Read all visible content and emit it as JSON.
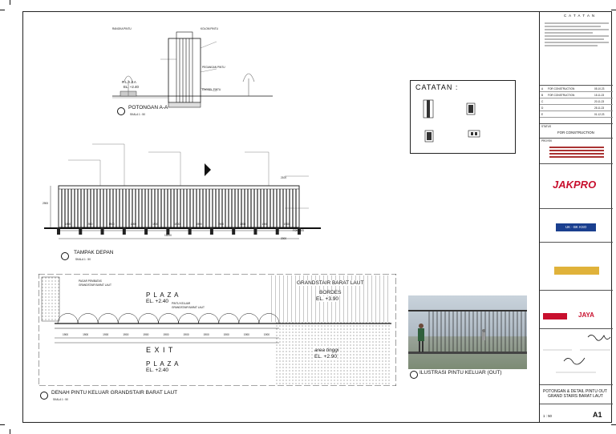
{
  "notes_title": "CATATAN :",
  "titleblock": {
    "header": "C A T A T A N",
    "notes_lines": [
      "",
      "",
      "",
      "",
      "",
      "",
      "",
      "",
      ""
    ],
    "revisions": [
      {
        "no": "A",
        "desc": "FOR CONSTRUCTION",
        "date": "05.10.23"
      },
      {
        "no": "B",
        "desc": "FOR CONSTRUCTION",
        "date": "15.11.23"
      },
      {
        "no": "C",
        "desc": "",
        "date": "20.11.23"
      },
      {
        "no": "D",
        "desc": "",
        "date": "25.11.23"
      },
      {
        "no": "E",
        "desc": "",
        "date": "01.12.23"
      }
    ],
    "status_label": "STATUS",
    "status": "FOR CONSTRUCTION",
    "project_label": "PROYEK",
    "project_lines": [
      "",
      "",
      "",
      ""
    ],
    "owner_logo": "JAKPRO",
    "consultant_label": "",
    "consultant_logo": "UK - BK KSO",
    "contractor_label": "",
    "contractor_logo": "",
    "subcon_logo_1": "",
    "subcon_logo_2": "JAYA",
    "drawing_title": [
      "POTONGAN & DETAIL PINTU OUT",
      "GRAND STAIRS BARAT LAUT"
    ],
    "sheet_no": "A1",
    "scale": "1 : 50"
  },
  "views": {
    "section_title": "POTONGAN A-A",
    "section_scale": "SKALA  1 : 50",
    "elevation_title": "TAMPAK DEPAN",
    "elevation_scale": "SKALA  1 : 50",
    "plan_title": "DENAH PINTU KELUAR GRANDSTAIR BARAT LAUT",
    "plan_scale": "SKALA  1 : 50",
    "illus_title": "ILUSTRASI PINTU KELUAR (OUT)"
  },
  "plan": {
    "plaza_top": "P L A Z A",
    "el_top": "EL. +2.40",
    "plaza_bottom": "P L A Z A",
    "el_bottom": "EL. +2.40",
    "exit": "E X I T",
    "grandstair": "GRANDSTAIR BARAT LAUT",
    "bordes": "BORDES",
    "el_bordes": "EL. +3.90",
    "area_tinggi": "area tinggi",
    "el_area": "EL. +2.90",
    "door_label": [
      "PINTU KELUAR",
      "GRANDSTAIR BARAT LAUT"
    ],
    "pagar_label": [
      "PAGAR PEMBATAS",
      "GRANDSTAIR BARAT LAUT"
    ],
    "dims": [
      "1900",
      "1900",
      "1900",
      "1900",
      "1900",
      "1900",
      "1900",
      "1900",
      "1900",
      "1900",
      "1900"
    ]
  },
  "elevation": {
    "dims": [
      "1900",
      "1900",
      "1900",
      "1900",
      "1900",
      "1900",
      "1900",
      "1900",
      "1900",
      "1900",
      "1900"
    ],
    "total": "15000",
    "left_h": "2900",
    "right_top": "2100",
    "right_bottom": "2000",
    "fondasi": "FONDASI"
  },
  "section": {
    "plaza": "P L A Z A",
    "el": "EL. +2.40",
    "callouts": [
      "RANGKA PINTU",
      "KOLOM PINTU",
      "PEGANGAN PINTU",
      "ENGSEL PINTU"
    ]
  },
  "colors": {
    "jakpro": "#c8102e",
    "consultant_bg": "#1a3f8f",
    "contractor_bg": "#e0b23a",
    "jaya": "#c8102e"
  }
}
